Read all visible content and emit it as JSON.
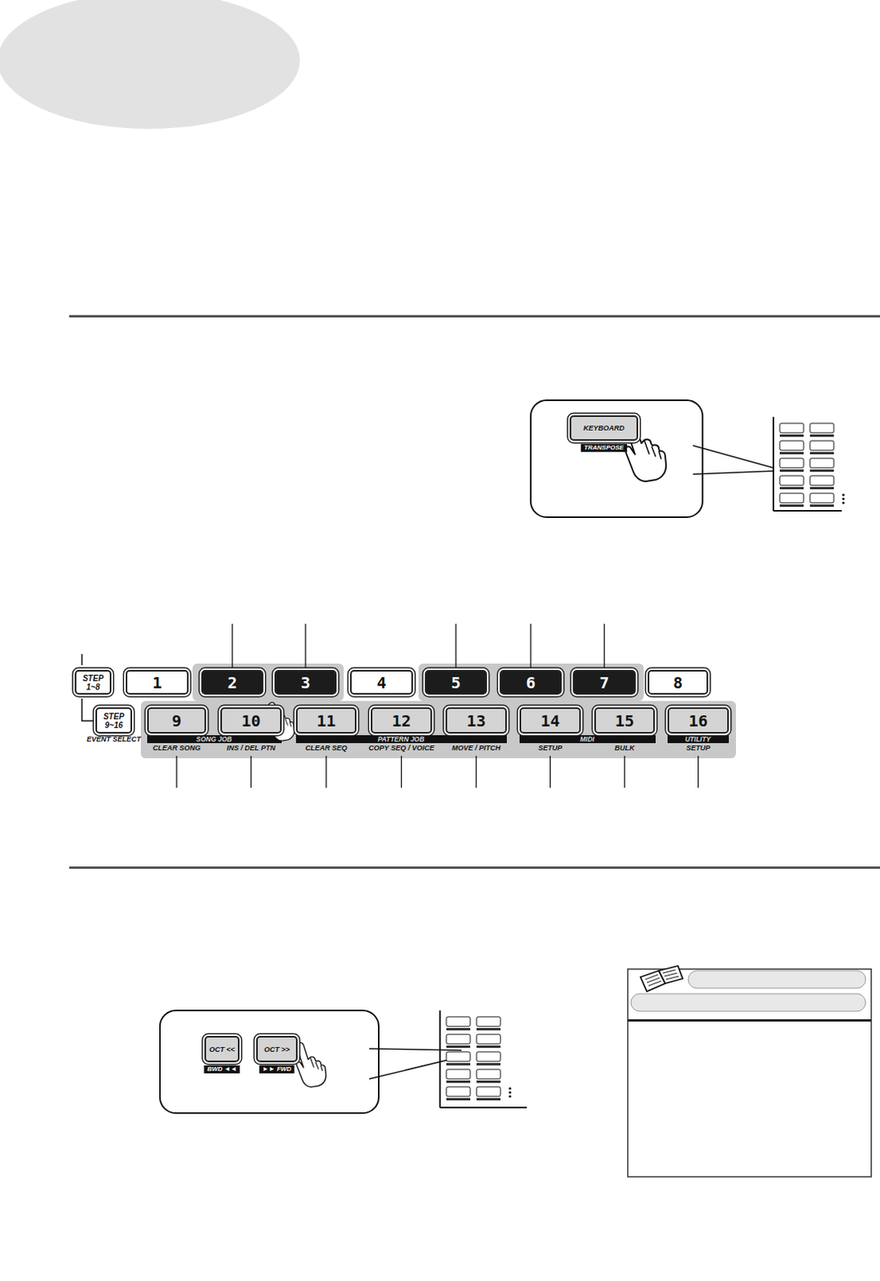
{
  "diagram": {
    "nodes": [
      {
        "text": [
          "KEYBOARD",
          "TRANSPOSE"
        ]
      },
      {
        "text": [
          "STEP 1~8"
        ]
      },
      {
        "text": [
          "1"
        ]
      },
      {
        "text": [
          "2"
        ]
      },
      {
        "text": [
          "3"
        ]
      },
      {
        "text": [
          "4"
        ]
      },
      {
        "text": [
          "5"
        ]
      },
      {
        "text": [
          "6"
        ]
      },
      {
        "text": [
          "7"
        ]
      },
      {
        "text": [
          "8"
        ]
      },
      {
        "text": [
          "STEP 9~16",
          "EVENT SELECT"
        ]
      },
      {
        "text": [
          "9",
          "CLEAR SONG"
        ]
      },
      {
        "text": [
          "10",
          "INS / DEL PTN"
        ]
      },
      {
        "text": [
          "11",
          "CLEAR SEQ"
        ]
      },
      {
        "text": [
          "12",
          "COPY SEQ / VOICE"
        ]
      },
      {
        "text": [
          "13",
          "MOVE / PITCH"
        ]
      },
      {
        "text": [
          "14",
          "SETUP"
        ]
      },
      {
        "text": [
          "15",
          "BULK"
        ]
      },
      {
        "text": [
          "16",
          "SETUP"
        ]
      },
      {
        "text": [
          "OCT <<",
          "BWD ◄◄"
        ]
      },
      {
        "text": [
          "OCT >>",
          "►► FWD"
        ]
      }
    ],
    "labels": [
      "SONG JOB",
      "PATTERN JOB",
      "MIDI",
      "UTILITY"
    ]
  }
}
